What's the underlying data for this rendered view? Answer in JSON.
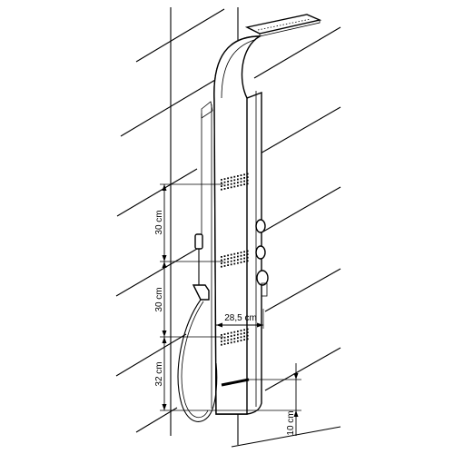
{
  "dimensions": {
    "upper_spacing": "30 cm",
    "middle_spacing": "30 cm",
    "lower_spacing": "32 cm",
    "panel_width": "28,5 cm",
    "bottom_clearance": "10 cm"
  },
  "colors": {
    "ink": "#000000",
    "background": "#ffffff"
  }
}
